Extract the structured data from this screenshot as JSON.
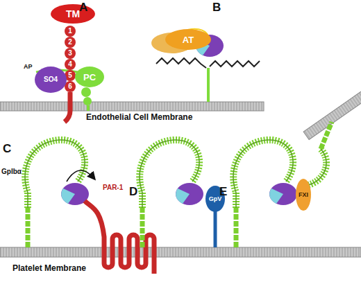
{
  "diagram": {
    "nodes": [
      {
        "text": [
          "TM"
        ]
      },
      {
        "text": [
          "1"
        ]
      },
      {
        "text": [
          "2"
        ]
      },
      {
        "text": [
          "3"
        ]
      },
      {
        "text": [
          "4"
        ]
      },
      {
        "text": [
          "5"
        ]
      },
      {
        "text": [
          "6"
        ]
      },
      {
        "text": [
          "PC"
        ]
      },
      {
        "text": [
          "SO4"
        ]
      },
      {
        "text": [
          "AT"
        ]
      },
      {
        "text": [
          "GpV"
        ]
      },
      {
        "text": [
          "FXI"
        ]
      }
    ],
    "labels": [
      "A",
      "B",
      "AP",
      "Endothelial Cell Membrane",
      "C",
      "GpIbα",
      "PAR-1",
      "D",
      "E",
      "Platelet Membrane"
    ]
  }
}
